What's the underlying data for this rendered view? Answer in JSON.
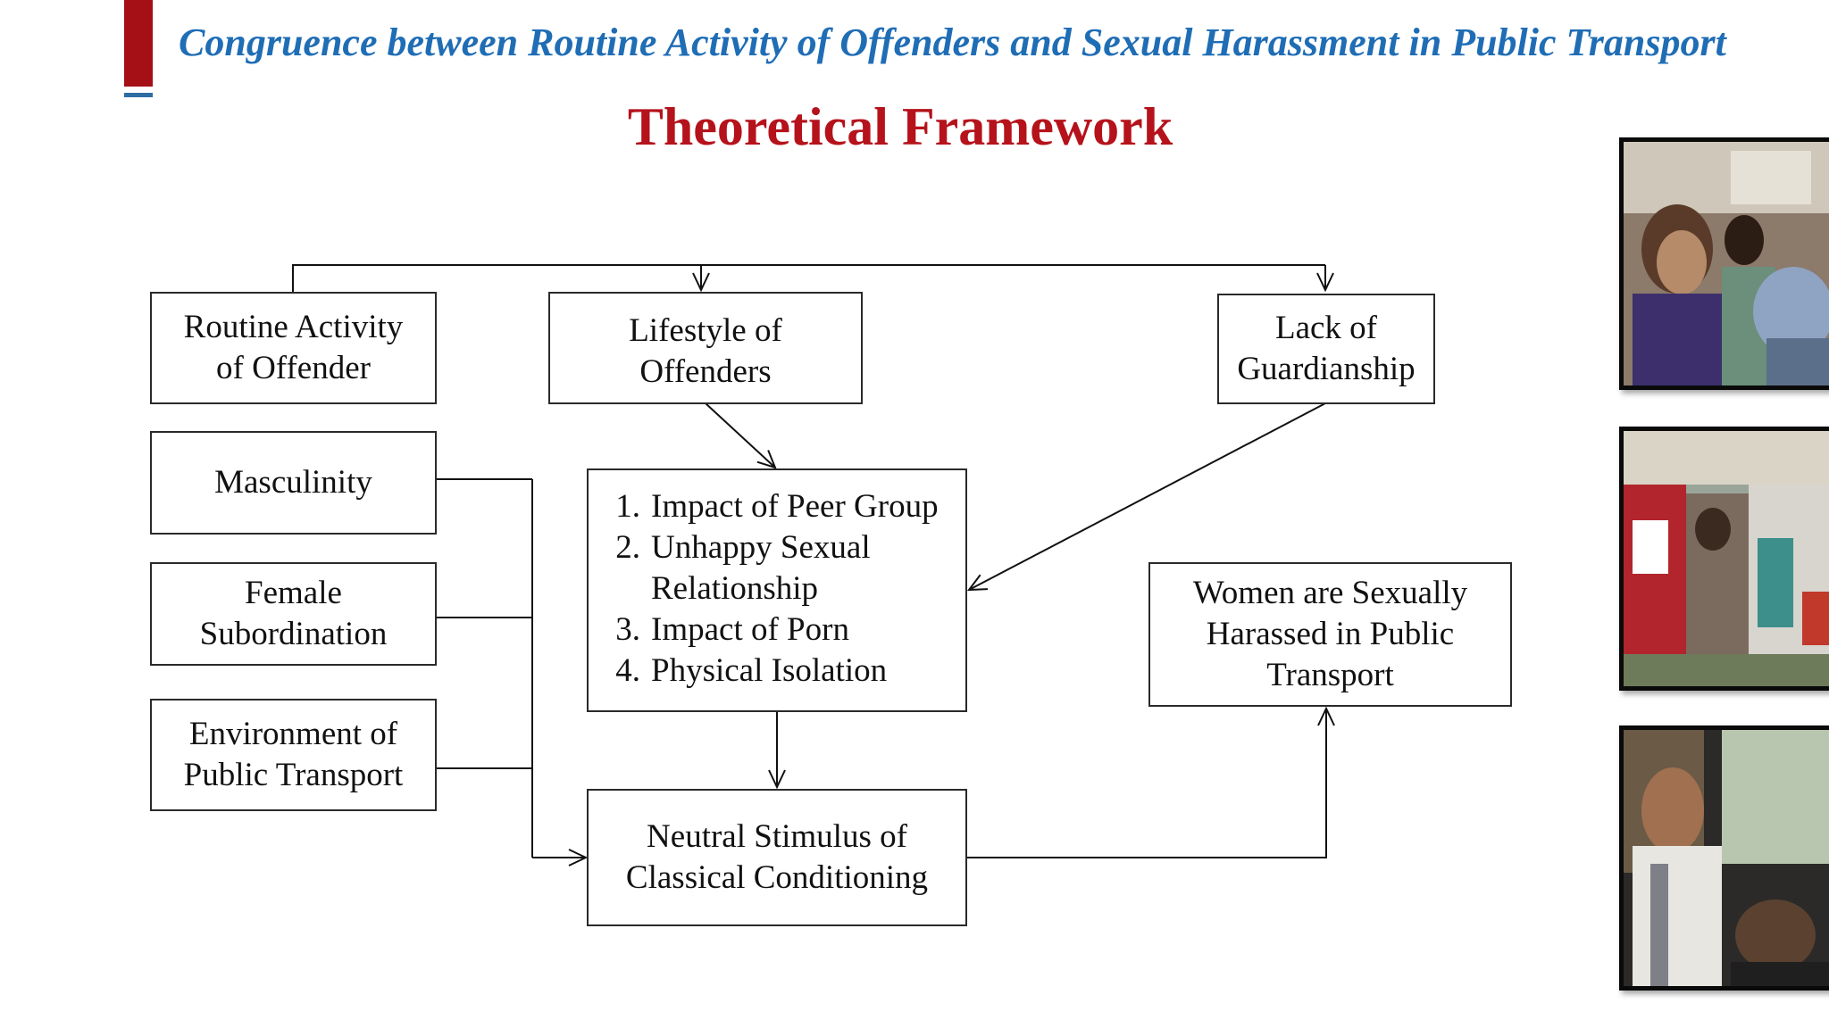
{
  "header": {
    "title": "Congruence between Routine Activity of Offenders and Sexual Harassment in Public Transport"
  },
  "slide": {
    "title": "Theoretical Framework"
  },
  "diagram": {
    "routine_activity": {
      "line1": "Routine Activity",
      "line2": "of Offender"
    },
    "lifestyle": {
      "line1": "Lifestyle of",
      "line2": "Offenders"
    },
    "guardianship": {
      "line1": "Lack of",
      "line2": "Guardianship"
    },
    "masculinity": "Masculinity",
    "female_subordination": {
      "line1": "Female",
      "line2": "Subordination"
    },
    "environment": {
      "line1": "Environment of",
      "line2": "Public Transport"
    },
    "factors": [
      {
        "num": "1.",
        "text": "Impact of Peer Group"
      },
      {
        "num": "2.",
        "text": "Unhappy Sexual Relationship"
      },
      {
        "num": "3.",
        "text": "Impact of Porn"
      },
      {
        "num": "4.",
        "text": "Physical Isolation"
      }
    ],
    "neutral_stimulus": {
      "line1": "Neutral Stimulus of",
      "line2": "Classical Conditioning"
    },
    "outcome": {
      "line1": "Women are Sexually",
      "line2": "Harassed in Public",
      "line3": "Transport"
    }
  },
  "photos": [
    "bus-crowd-photo",
    "bus-stop-photo",
    "bus-passenger-photo"
  ],
  "colors": {
    "accent_red": "#a50f16",
    "header_blue": "#1f6db5",
    "title_red": "#b5121b"
  }
}
